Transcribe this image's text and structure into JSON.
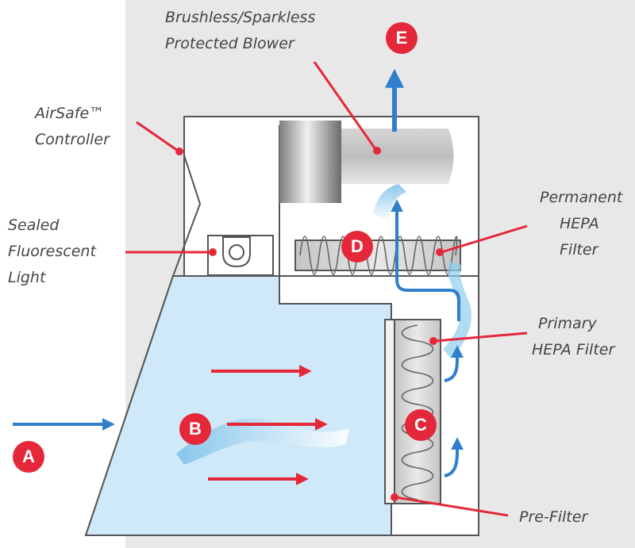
{
  "labels": {
    "blower": [
      "Brushless/Sparkless",
      "Protected Blower"
    ],
    "controller": [
      "AirSafe™",
      "Controller"
    ],
    "light": [
      "Sealed",
      "Fluorescent",
      "Light"
    ],
    "permanent_filter": [
      "Permanent",
      "HEPA",
      "Filter"
    ],
    "primary_filter": [
      "Primary",
      "HEPA Filter"
    ],
    "pre_filter": "Pre-Filter"
  },
  "markers": {
    "a": "A",
    "b": "B",
    "c": "C",
    "d": "D",
    "e": "E"
  },
  "colors": {
    "marker": "#e4283a",
    "pointer": "#e4283a",
    "airflow": "#2f7fcc",
    "chamber": "#cfe9f8",
    "backdrop": "#e8e8e8",
    "label_text": "#444444"
  }
}
